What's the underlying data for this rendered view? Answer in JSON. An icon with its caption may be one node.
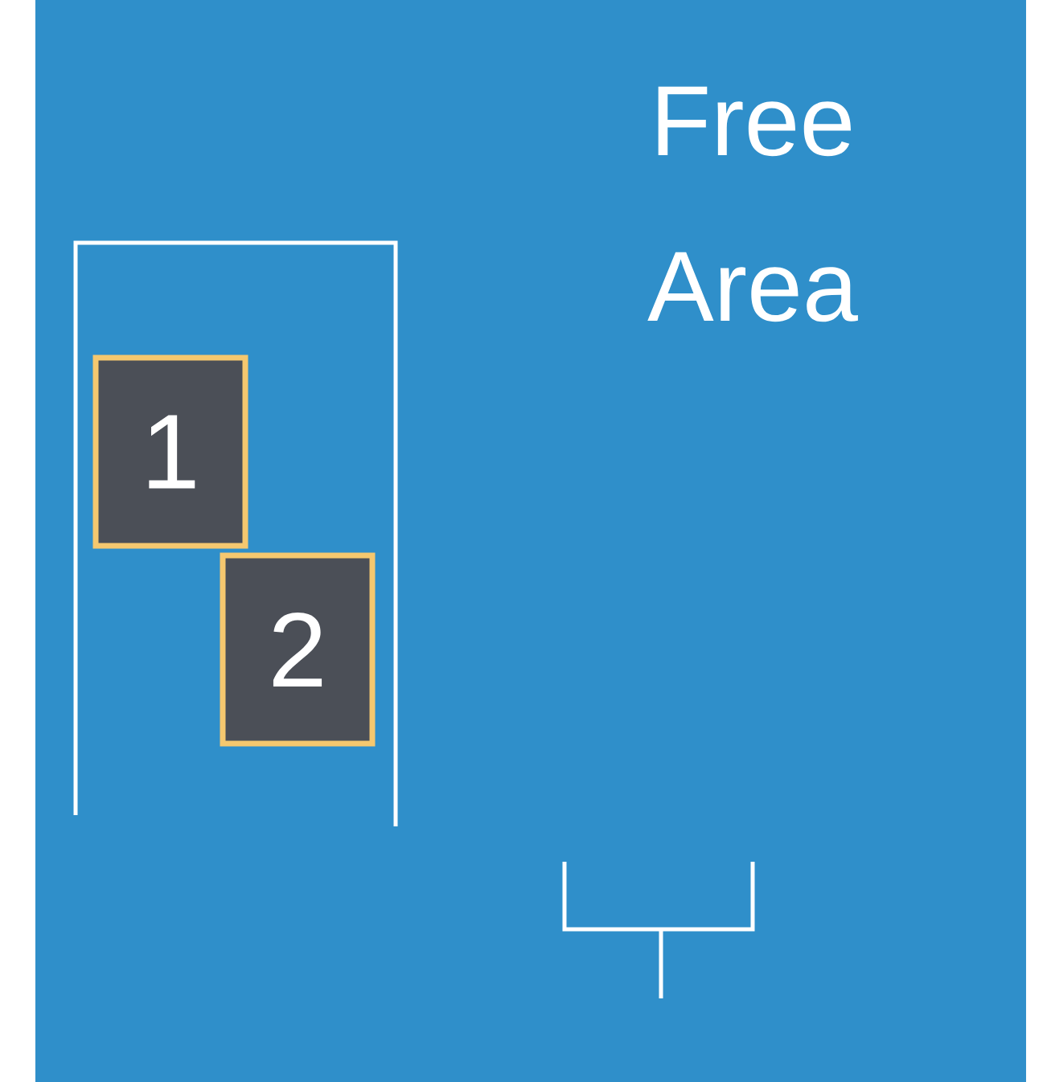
{
  "diagram": {
    "nodes": [
      {
        "text": [
          "1"
        ]
      },
      {
        "text": [
          "2"
        ]
      }
    ],
    "labels": [
      "Free Area"
    ]
  }
}
